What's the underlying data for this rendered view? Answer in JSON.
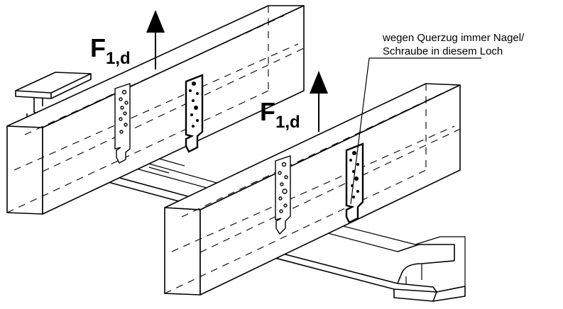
{
  "force_labels": [
    {
      "main": "F",
      "sub": "1,d"
    },
    {
      "main": "F",
      "sub": "1,d"
    }
  ],
  "annotation": {
    "line1": "wegen Querzug immer Nagel/",
    "line2": "Schraube in diesem Loch"
  },
  "colors": {
    "line": "#000000",
    "background": "#ffffff"
  }
}
